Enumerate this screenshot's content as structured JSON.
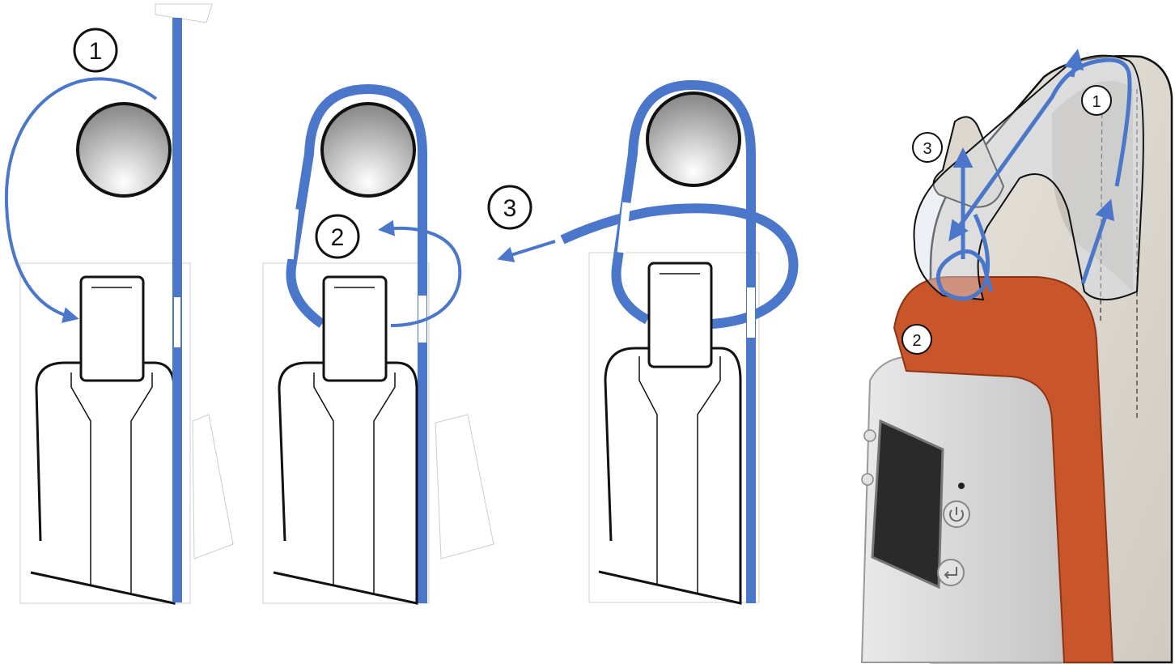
{
  "colors": {
    "strap": "#4a77c9",
    "outline": "#111111",
    "handle_orange": "#c9552a",
    "device_gray": "#d9d9d9",
    "screen": "#2a2a2a",
    "background": "#ffffff"
  },
  "steps": {
    "panel1_step": "1",
    "panel2_step": "2",
    "panel3_step": "3",
    "photo_step1": "1",
    "photo_step2": "2",
    "photo_step3": "3"
  },
  "icons": [
    "power-icon",
    "enter-icon",
    "up-icon",
    "down-icon"
  ]
}
